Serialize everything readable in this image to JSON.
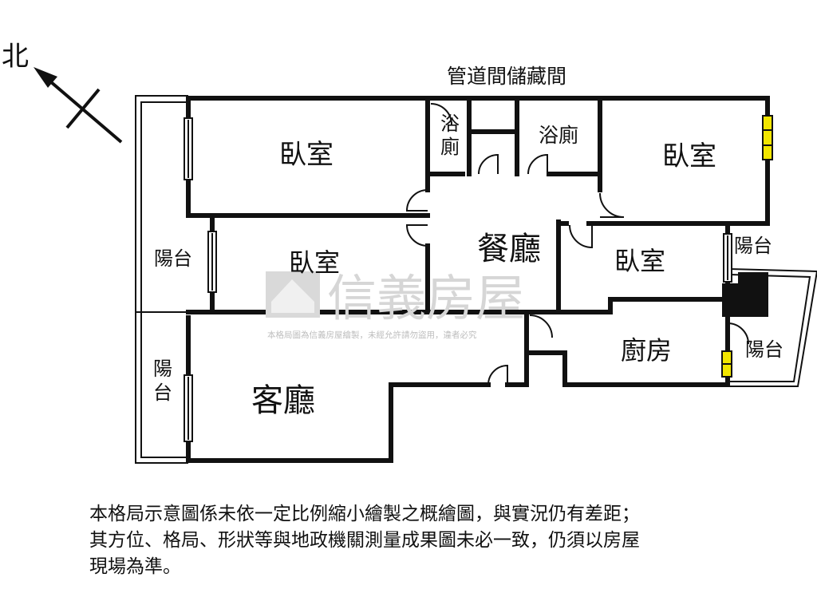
{
  "compass": {
    "label": "北"
  },
  "rooms": {
    "bedroom_nw": "臥室",
    "bedroom_mid": "臥室",
    "bedroom_ne": "臥室",
    "bedroom_e": "臥室",
    "bath_small": "浴廁",
    "bath_center": "浴廁",
    "dining": "餐廳",
    "living": "客廳",
    "kitchen": "廚房",
    "balcony_w_upper": "陽台",
    "balcony_w_lower": "陽台",
    "balcony_e_upper": "陽台",
    "balcony_e_lower": "陽台",
    "utility_label": "管道間儲藏間"
  },
  "watermark": {
    "brand": "信義房屋",
    "notice": "本格局圖為信義房屋繪製，未經允許請勿盜用，違者必究"
  },
  "disclaimer": {
    "line1": "本格局示意圖係未依一定比例縮小繪製之概繪圖，與實況仍有差距；",
    "line2": "其方位、格局、形狀等與地政機關測量成果圖未必一致，仍須以房屋",
    "line3": "現場為準。"
  },
  "colors": {
    "wall": "#111111",
    "watermark": "#d9d9d9",
    "window": "#f2e600"
  }
}
